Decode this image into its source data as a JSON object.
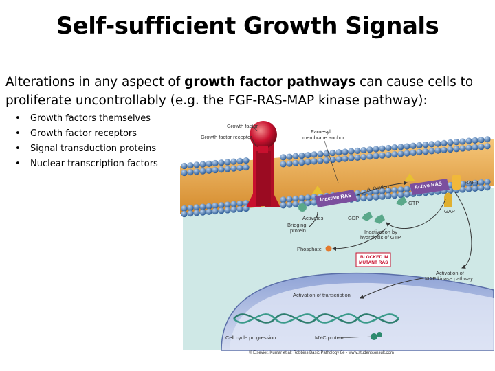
{
  "slide": {
    "title": "Self-sufficient Growth Signals",
    "intro_part1": "Alterations in any aspect of ",
    "intro_bold": "growth factor pathways",
    "intro_part2": " can cause cells to proliferate uncontrollably (e.g. the FGF-RAS-MAP kinase pathway):",
    "bullets": [
      "Growth factors themselves",
      "Growth factor receptors",
      "Signal transduction proteins",
      "Nuclear transcription factors"
    ]
  },
  "figure": {
    "labels": {
      "growth_factor": "Growth factor",
      "growth_factor_receptor": "Growth factor receptor",
      "farnesyl": "Farnesyl",
      "membrane_anchor": "membrane anchor",
      "active_ras": "Active RAS",
      "raf": "RAF-I",
      "inactive_ras": "Inactive RAS",
      "activation": "Activation",
      "gtp": "GTP",
      "gdp": "GDP",
      "gap": "GAP",
      "bridging_protein_1": "Bridging",
      "bridging_protein_2": "protein",
      "activates": "Activates",
      "inactivation_1": "Inactivation by",
      "inactivation_2": "hydrolysis of GTP",
      "phosphate": "Phosphate",
      "blocked_1": "BLOCKED IN",
      "blocked_2": "MUTANT RAS",
      "activation_map_1": "Activation of",
      "activation_map_2": "MAP kinase pathway",
      "activation_transcription": "Activation of transcription",
      "cell_cycle": "Cell cycle progression",
      "myc_protein": "MYC protein",
      "credit": "© Elsevier. Kumar et al: Robbins Basic Pathology 8e - www.studentconsult.com"
    },
    "colors": {
      "membrane_heads": "#4f7fb8",
      "membrane_tails": "#f0b050",
      "receptor": "#c8102e",
      "cytoplasm": "#cfe8e6",
      "nucleus": "#c6d0ea",
      "ras": "#7b4f9e",
      "gtp_ball": "#5aa88a",
      "phosphate_ball": "#e47a2e",
      "gap": "#e0b030"
    }
  }
}
